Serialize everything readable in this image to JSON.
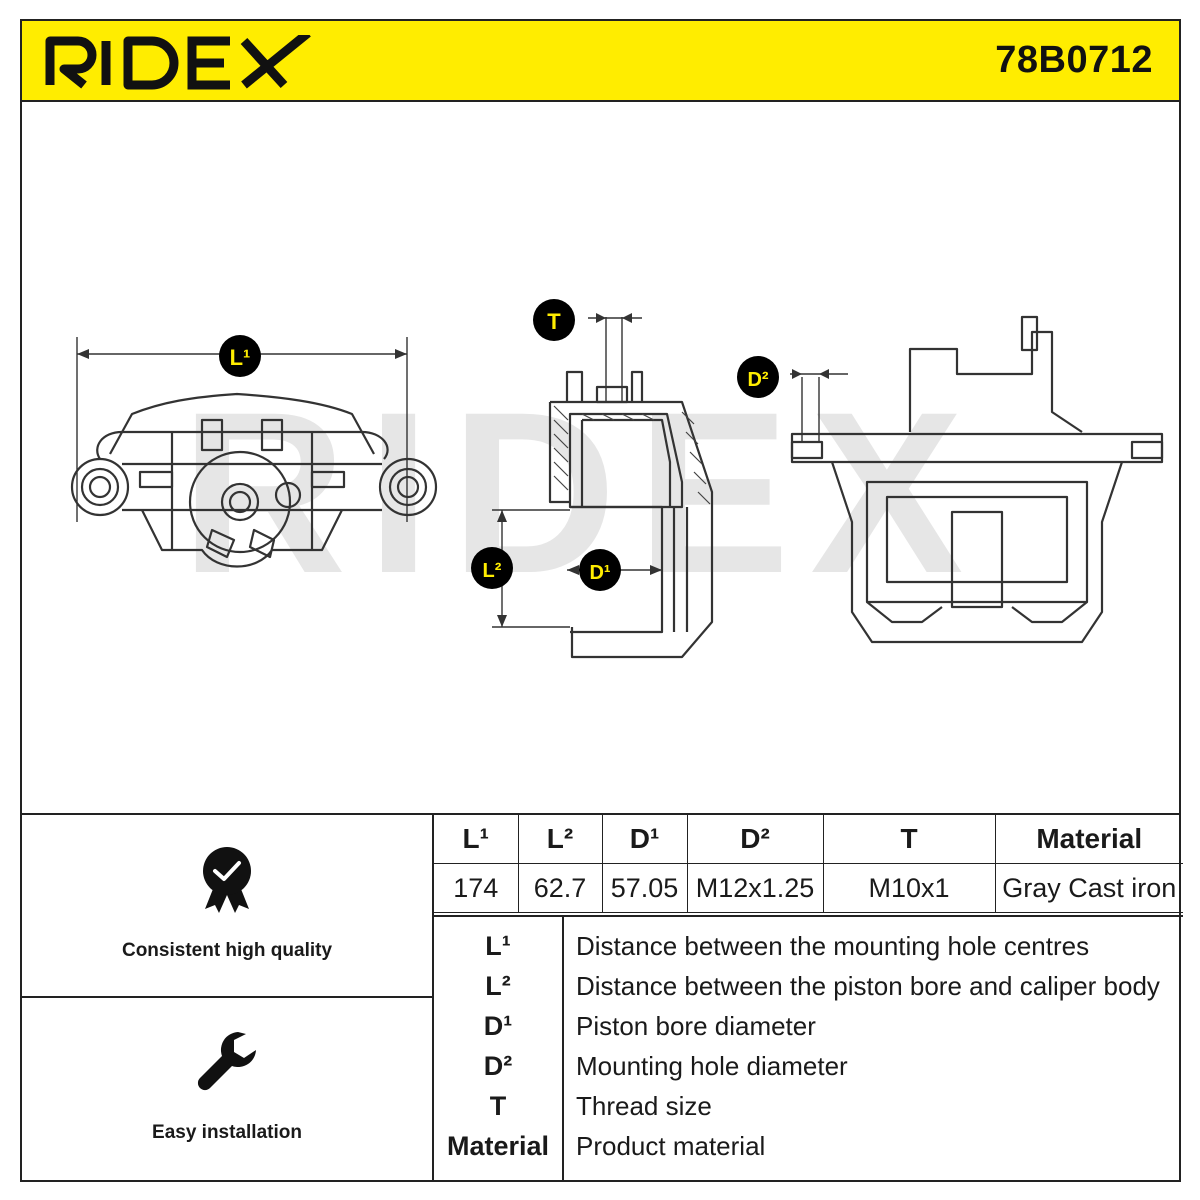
{
  "brand": {
    "name": "RIDEX",
    "accent_color": "#ffed00"
  },
  "part_number": "78B0712",
  "drawing": {
    "watermark": "RIDEX",
    "badges": {
      "l1": "L¹",
      "l2": "L²",
      "d1": "D¹",
      "d2": "D²",
      "t": "T"
    }
  },
  "features": [
    {
      "icon": "quality-badge-icon",
      "label": "Consistent high quality"
    },
    {
      "icon": "wrench-icon",
      "label": "Easy installation"
    }
  ],
  "spec_table": {
    "headers": [
      "L¹",
      "L²",
      "D¹",
      "D²",
      "T",
      "Material"
    ],
    "values": [
      "174",
      "62.7",
      "57.05",
      "M12x1.25",
      "M10x1",
      "Gray Cast iron"
    ]
  },
  "legend": [
    {
      "key": "L¹",
      "description": "Distance between the mounting hole centres"
    },
    {
      "key": "L²",
      "description": "Distance between the piston bore and caliper body"
    },
    {
      "key": "D¹",
      "description": "Piston bore diameter"
    },
    {
      "key": "D²",
      "description": "Mounting hole diameter"
    },
    {
      "key": "T",
      "description": "Thread size"
    },
    {
      "key": "Material",
      "description": "Product material"
    }
  ]
}
